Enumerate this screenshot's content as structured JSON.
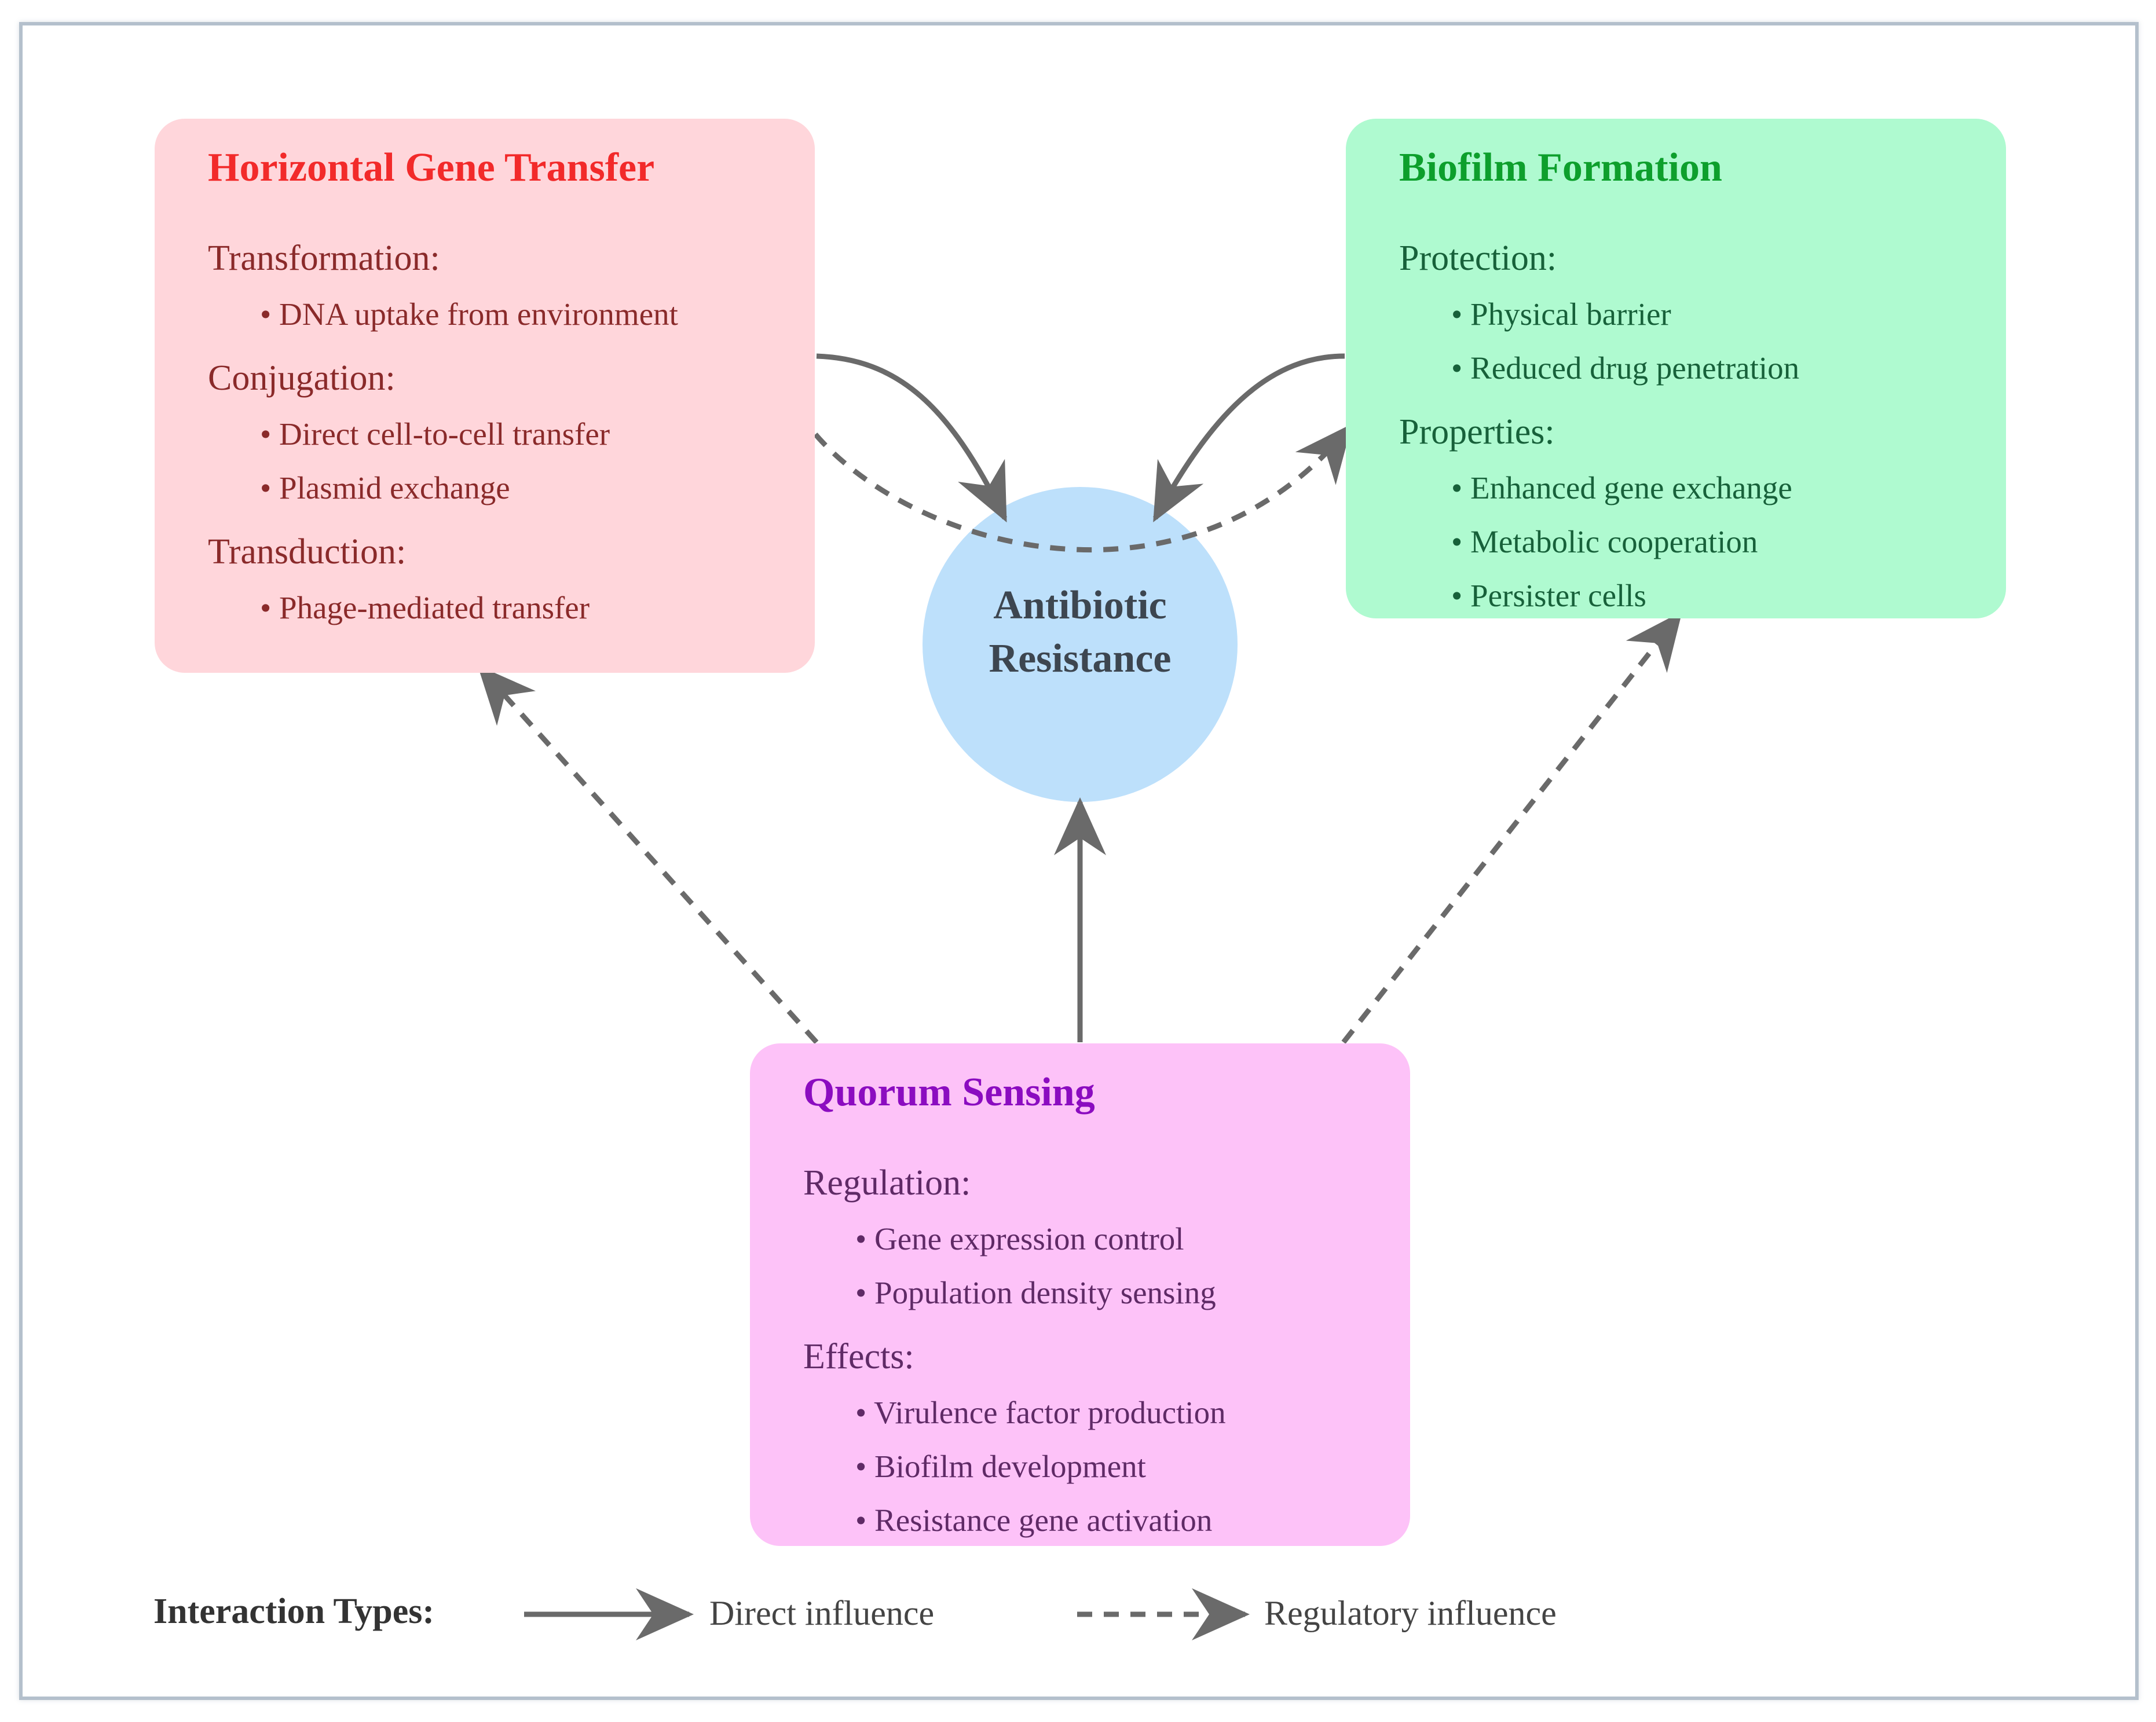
{
  "colors": {
    "hgt_bg": "#ffd6db",
    "hgt_title": "#f22a2a",
    "biofilm_bg": "#affad0",
    "biofilm_title": "#0d9f2c",
    "quorum_bg": "#fdc2f8",
    "quorum_title": "#8b0cc0",
    "center_bg": "#bde0fb",
    "arrow": "#6a6a6a"
  },
  "center": {
    "line1": "Antibiotic",
    "line2": "Resistance"
  },
  "hgt": {
    "title": "Horizontal Gene Transfer",
    "sections": [
      {
        "label": "Transformation:",
        "items": [
          "DNA uptake from environment"
        ]
      },
      {
        "label": "Conjugation:",
        "items": [
          "Direct cell-to-cell transfer",
          "Plasmid exchange"
        ]
      },
      {
        "label": "Transduction:",
        "items": [
          "Phage-mediated transfer"
        ]
      }
    ]
  },
  "biofilm": {
    "title": "Biofilm Formation",
    "sections": [
      {
        "label": "Protection:",
        "items": [
          "Physical barrier",
          "Reduced drug penetration"
        ]
      },
      {
        "label": "Properties:",
        "items": [
          "Enhanced gene exchange",
          "Metabolic cooperation",
          "Persister cells"
        ]
      }
    ]
  },
  "quorum": {
    "title": "Quorum Sensing",
    "sections": [
      {
        "label": "Regulation:",
        "items": [
          "Gene expression control",
          "Population density sensing"
        ]
      },
      {
        "label": "Effects:",
        "items": [
          "Virulence factor production",
          "Biofilm development",
          "Resistance gene activation"
        ]
      }
    ]
  },
  "legend": {
    "title": "Interaction Types:",
    "direct": "Direct influence",
    "regulatory": "Regulatory influence"
  },
  "edges": [
    {
      "from": "Horizontal Gene Transfer",
      "to": "Antibiotic Resistance",
      "type": "direct"
    },
    {
      "from": "Biofilm Formation",
      "to": "Antibiotic Resistance",
      "type": "direct"
    },
    {
      "from": "Quorum Sensing",
      "to": "Antibiotic Resistance",
      "type": "direct"
    },
    {
      "from": "Horizontal Gene Transfer",
      "to": "Biofilm Formation",
      "type": "regulatory"
    },
    {
      "from": "Quorum Sensing",
      "to": "Horizontal Gene Transfer",
      "type": "regulatory"
    },
    {
      "from": "Quorum Sensing",
      "to": "Biofilm Formation",
      "type": "regulatory"
    }
  ]
}
